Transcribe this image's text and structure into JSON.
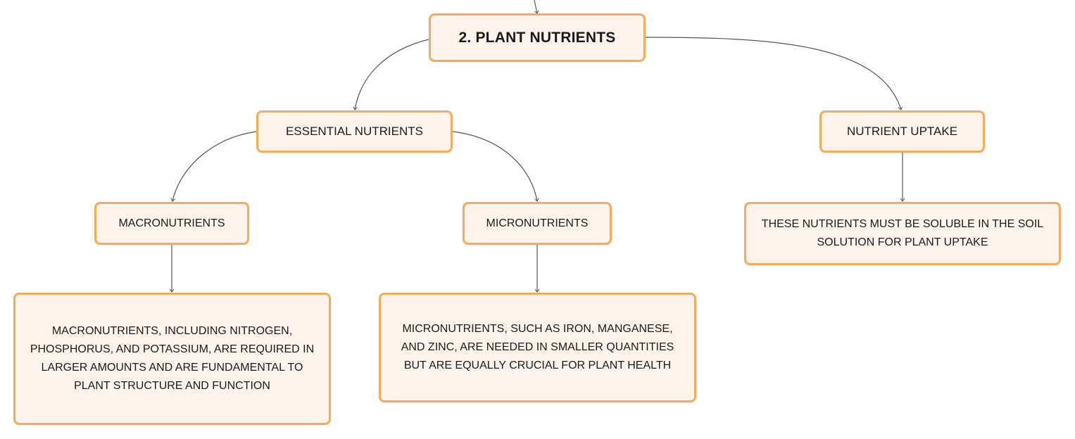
{
  "diagram": {
    "root": {
      "label": "2. PLANT NUTRIENTS"
    },
    "essential_nutrients": {
      "label": "ESSENTIAL NUTRIENTS"
    },
    "nutrient_uptake": {
      "label": "NUTRIENT UPTAKE",
      "description": "THESE NUTRIENTS MUST BE SOLUBLE IN THE SOIL SOLUTION FOR PLANT UPTAKE"
    },
    "macronutrients": {
      "label": "MACRONUTRIENTS",
      "description": "MACRONUTRIENTS, INCLUDING NITROGEN, PHOSPHORUS, AND POTASSIUM, ARE REQUIRED IN LARGER AMOUNTS AND ARE FUNDAMENTAL TO PLANT STRUCTURE AND FUNCTION"
    },
    "micronutrients": {
      "label": "MICRONUTRIENTS",
      "description": "MICRONUTRIENTS, SUCH AS IRON, MANGANESE, AND ZINC, ARE NEEDED IN SMALLER QUANTITIES BUT ARE EQUALLY CRUCIAL FOR PLANT HEALTH"
    }
  },
  "colors": {
    "node_fill": "#fef4eb",
    "node_border": "#f2ad5c",
    "connector": "#555555"
  }
}
